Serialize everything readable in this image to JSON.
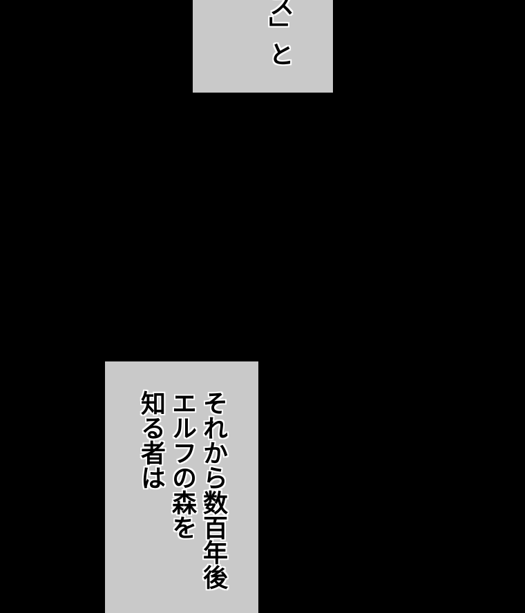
{
  "panels": {
    "top_caption": {
      "columns": [
        "ス」と"
      ]
    },
    "bottom_caption": {
      "columns": [
        "それから数百年後",
        "エルフの森を",
        "知る者は"
      ]
    }
  },
  "colors": {
    "background": "#000000",
    "caption_box": "#c9c9c9",
    "text": "#000000",
    "text_outline": "#ffffff"
  }
}
